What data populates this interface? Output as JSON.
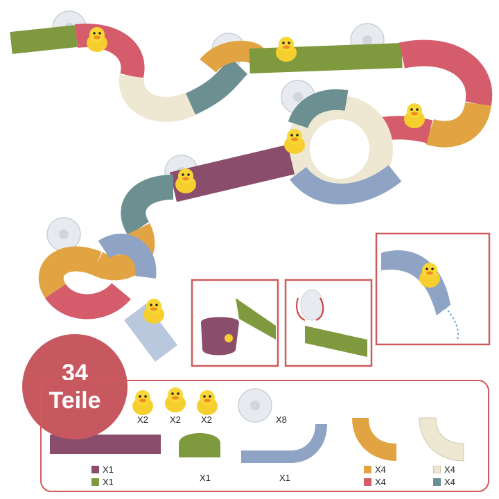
{
  "badge": {
    "line1": "34",
    "line2": "Teile"
  },
  "colors": {
    "accent": "#c8585f",
    "border": "#cf5a5a",
    "green": "#7f9a3e",
    "pink": "#d55c6a",
    "cream": "#eee8d2",
    "teal": "#6c8f92",
    "orange": "#e2a443",
    "purple": "#8a4d6b",
    "lightblue": "#8fa3c4",
    "yellow": "#f6d033"
  },
  "parts": {
    "ducks": [
      {
        "icon": "duck-icon",
        "qty": "X2"
      },
      {
        "icon": "duck-icon",
        "qty": "X2"
      },
      {
        "icon": "duck-icon",
        "qty": "X2"
      }
    ],
    "suction": {
      "icon": "suction-cup-icon",
      "qty": "X8"
    },
    "straight": {
      "qty_a": "X1",
      "qty_b": "X1"
    },
    "ushape": {
      "qty": "X1"
    },
    "elbow": {
      "qty": "X1"
    },
    "curve_orange": {
      "qty_a": "X4",
      "qty_b": "X4"
    },
    "curve_cream": {
      "qty_a": "X4",
      "qty_b": "X4"
    }
  }
}
